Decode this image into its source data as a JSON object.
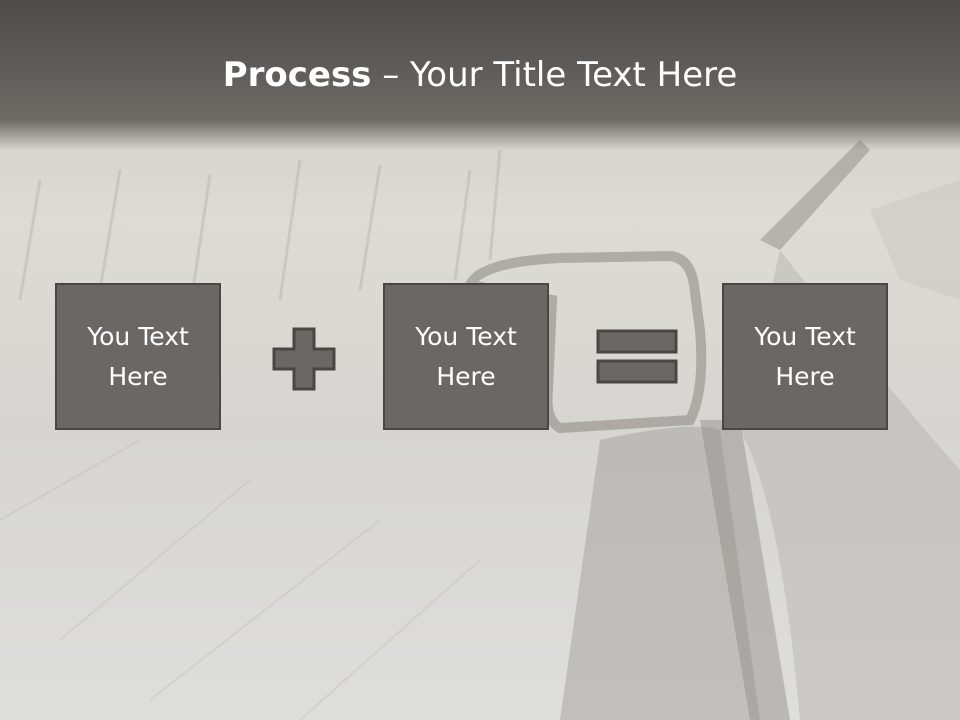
{
  "slide": {
    "title_bold": "Process",
    "title_rest": " – Your Title Text Here",
    "boxes": [
      {
        "text": "You Text Here"
      },
      {
        "text": "You Text Here"
      },
      {
        "text": "You Text Here"
      }
    ],
    "operators": [
      "plus-icon",
      "equals-icon"
    ]
  },
  "colors": {
    "title_bar": "#5f5b58",
    "box_fill": "#6b6764",
    "box_border": "#4a4643",
    "operator_fill": "#6b6764"
  }
}
